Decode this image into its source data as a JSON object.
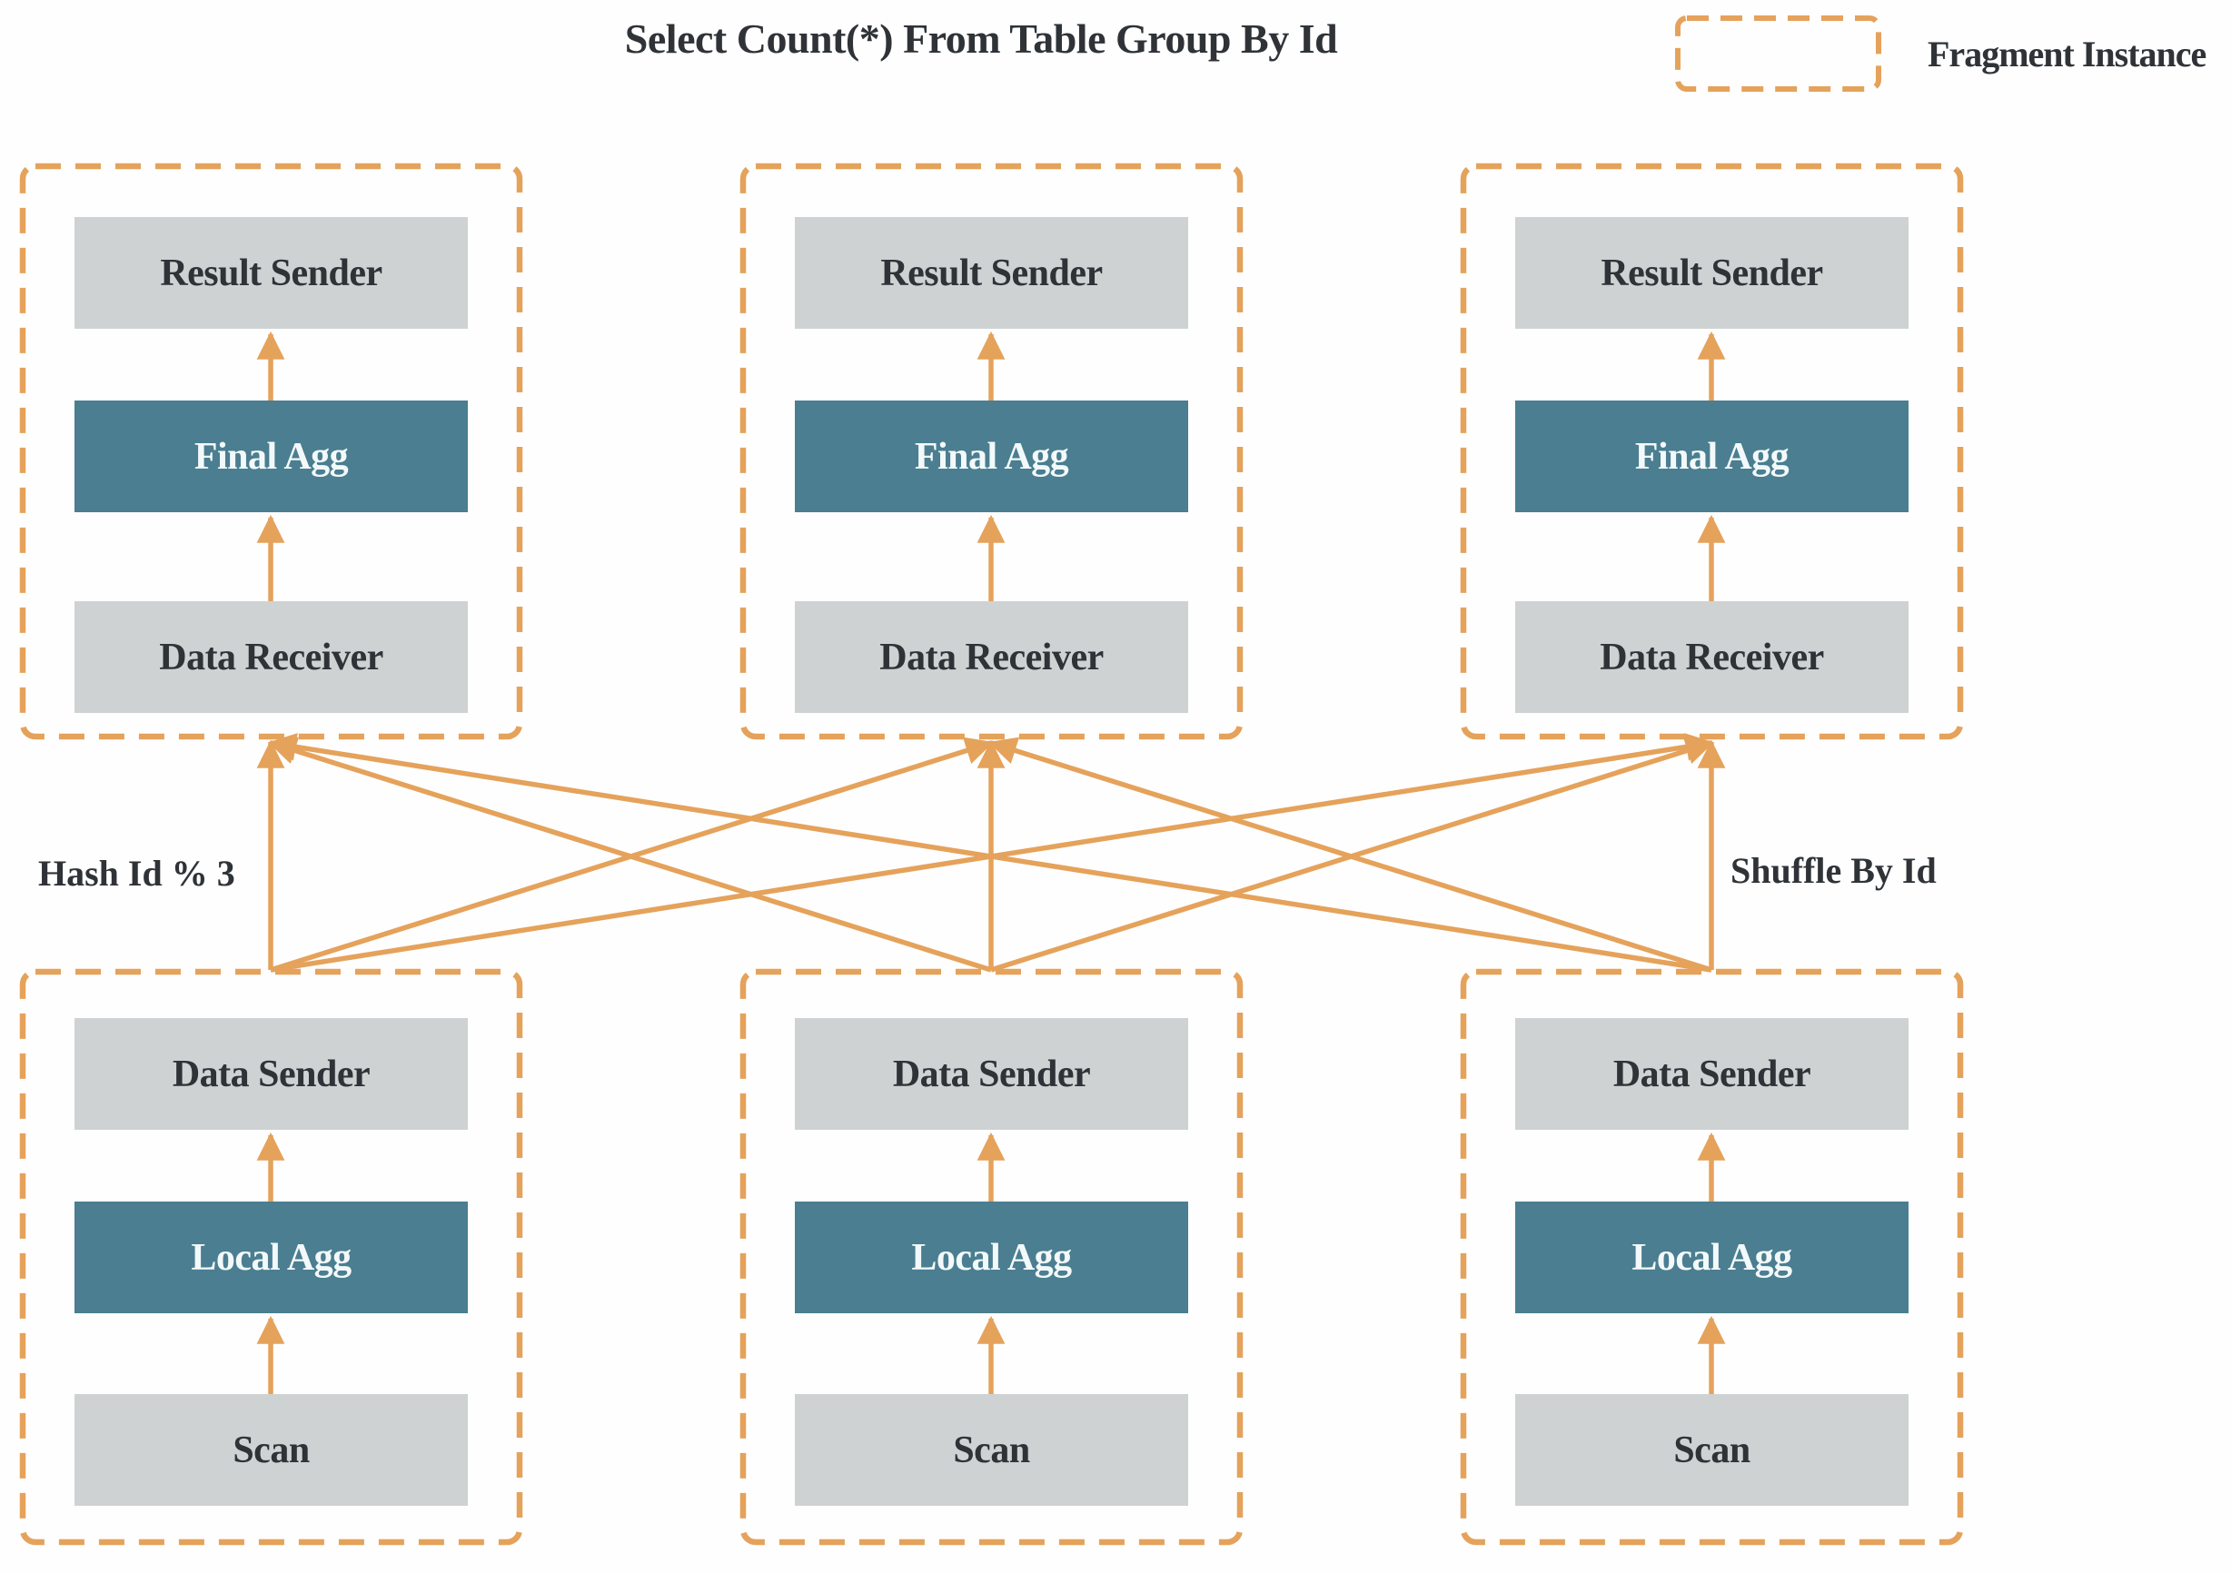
{
  "title": "Select Count(*) From Table Group By Id",
  "legend": {
    "label": "Fragment Instance"
  },
  "edge_labels": {
    "left": "Hash Id % 3",
    "right": "Shuffle By Id"
  },
  "colors": {
    "accent_orange": "#E5A25B",
    "node_gray": "#CFD2D3",
    "node_teal": "#4A7E90",
    "text_dark": "#2F3337",
    "text_light": "#F3F9FA",
    "background": "#FEFEFE"
  },
  "fragments": [
    {
      "id": "top-left",
      "nodes": [
        {
          "label": "Result Sender"
        },
        {
          "label": "Final Agg"
        },
        {
          "label": "Data Receiver"
        }
      ]
    },
    {
      "id": "top-middle",
      "nodes": [
        {
          "label": "Result Sender"
        },
        {
          "label": "Final Agg"
        },
        {
          "label": "Data Receiver"
        }
      ]
    },
    {
      "id": "top-right",
      "nodes": [
        {
          "label": "Result Sender"
        },
        {
          "label": "Final Agg"
        },
        {
          "label": "Data Receiver"
        }
      ]
    },
    {
      "id": "bottom-left",
      "nodes": [
        {
          "label": "Data Sender"
        },
        {
          "label": "Local Agg"
        },
        {
          "label": "Scan"
        }
      ]
    },
    {
      "id": "bottom-middle",
      "nodes": [
        {
          "label": "Data Sender"
        },
        {
          "label": "Local Agg"
        },
        {
          "label": "Scan"
        }
      ]
    },
    {
      "id": "bottom-right",
      "nodes": [
        {
          "label": "Data Sender"
        },
        {
          "label": "Local Agg"
        },
        {
          "label": "Scan"
        }
      ]
    }
  ]
}
